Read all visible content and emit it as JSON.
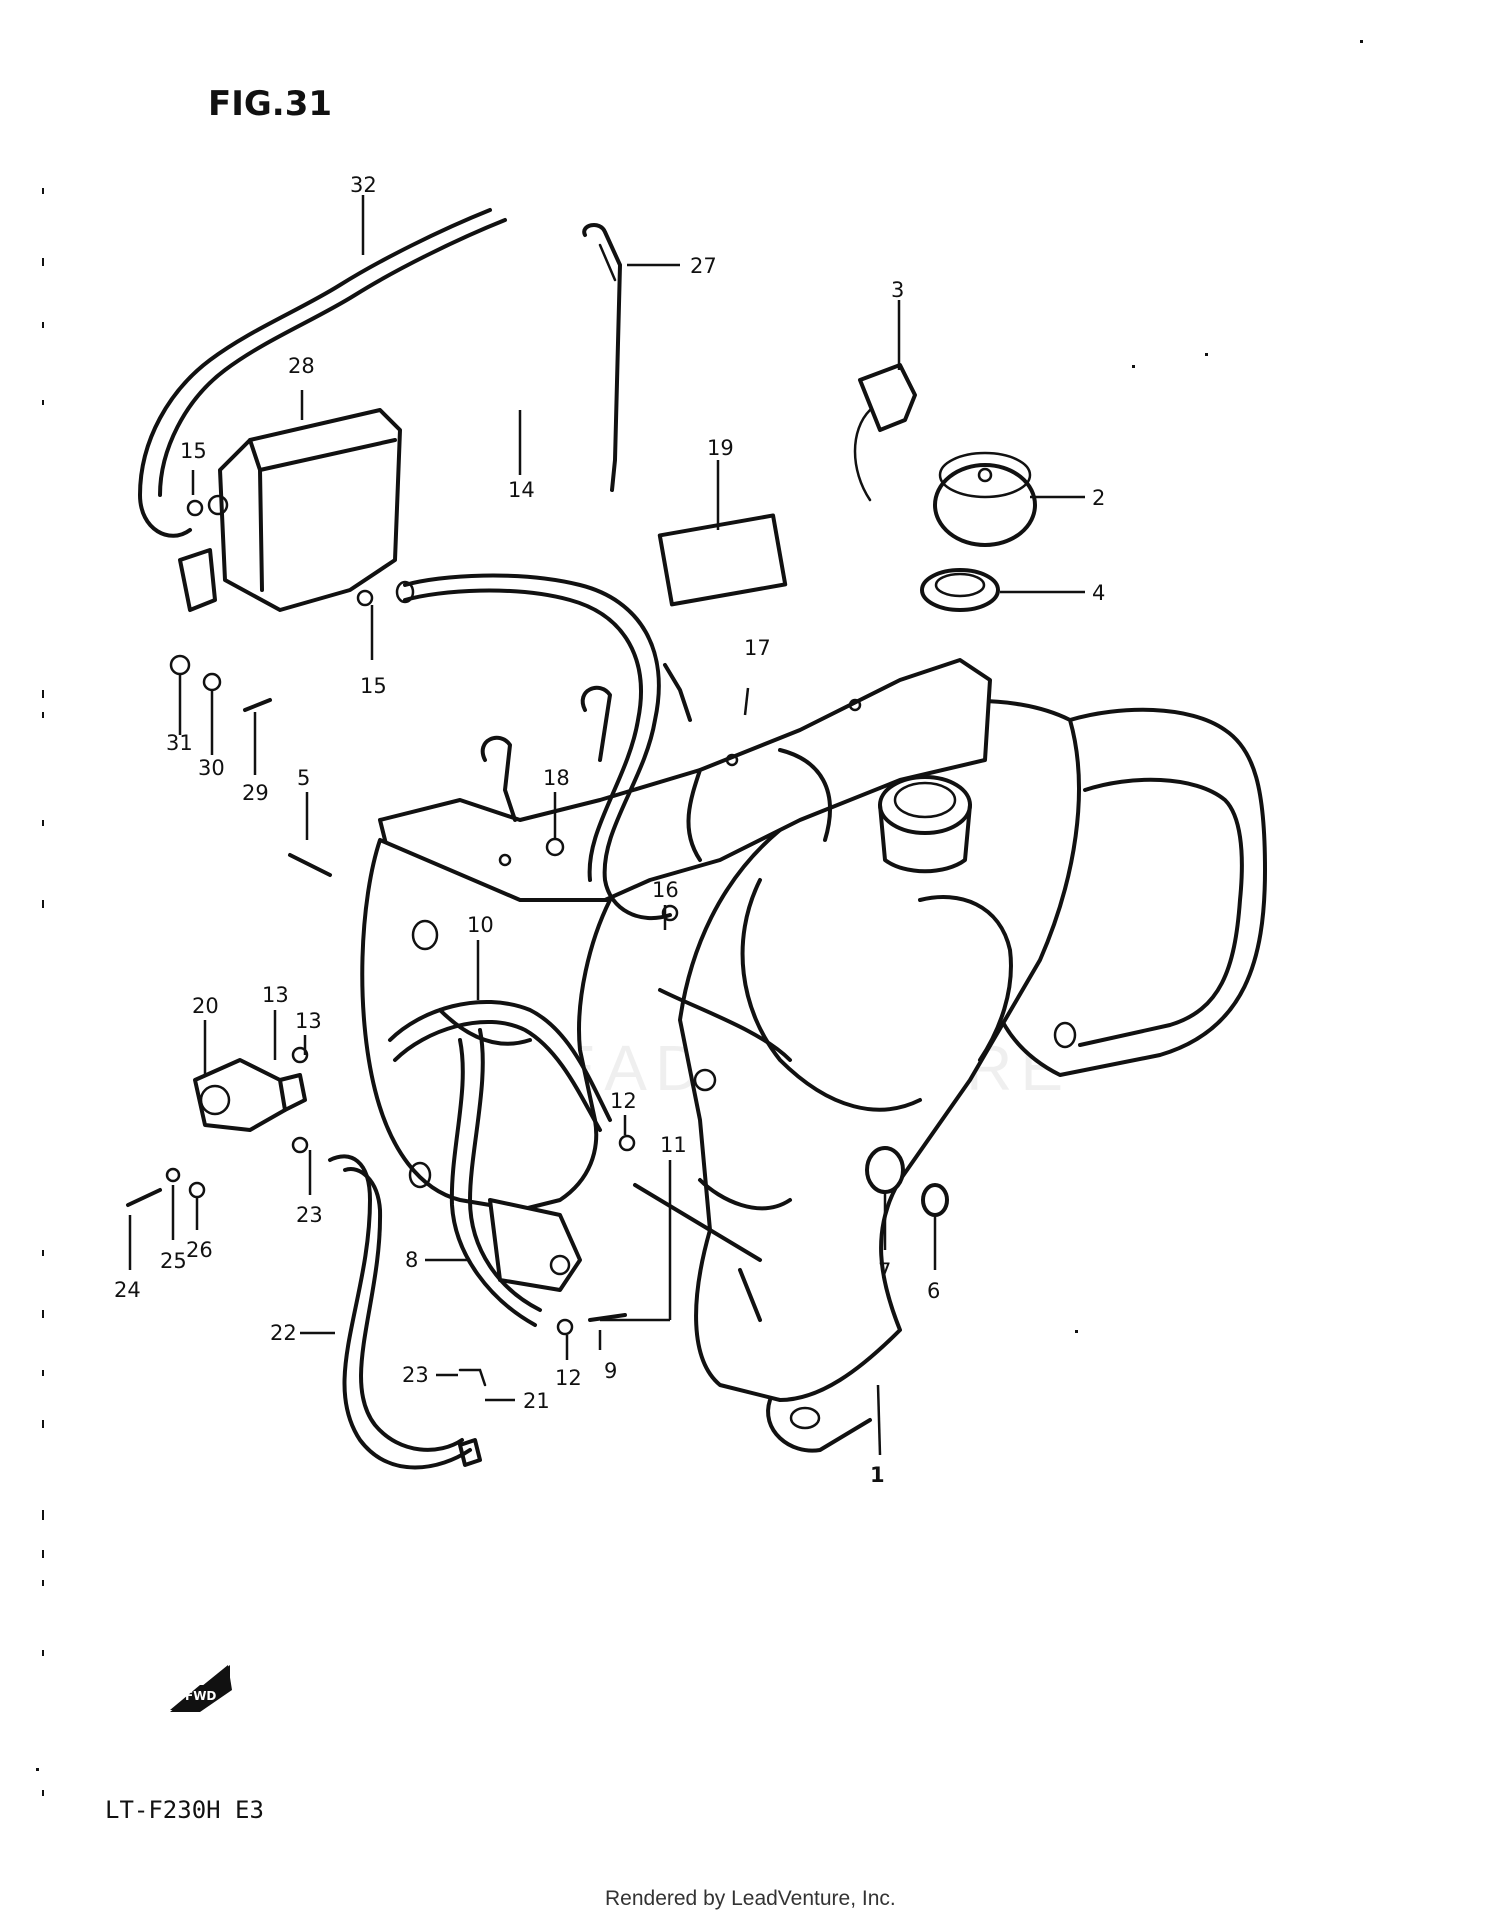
{
  "figure_title": "FIG.31",
  "model_code": "LT-F230H  E3",
  "credit": "Rendered by LeadVenture, Inc.",
  "watermark": "LEADVENTURE",
  "fwd_arrow_label": "FWD",
  "callouts": {
    "c1": "1",
    "c2": "2",
    "c3": "3",
    "c4": "4",
    "c5": "5",
    "c6": "6",
    "c7": "7",
    "c8": "8",
    "c9": "9",
    "c10": "10",
    "c11": "11",
    "c12a": "12",
    "c12b": "12",
    "c13a": "13",
    "c13b": "13",
    "c14": "14",
    "c15a": "15",
    "c15b": "15",
    "c16": "16",
    "c17": "17",
    "c18": "18",
    "c19": "19",
    "c20": "20",
    "c21": "21",
    "c22": "22",
    "c23a": "23",
    "c23b": "23",
    "c24": "24",
    "c25": "25",
    "c26": "26",
    "c27": "27",
    "c28": "28",
    "c29": "29",
    "c30": "30",
    "c31": "31",
    "c32": "32"
  }
}
